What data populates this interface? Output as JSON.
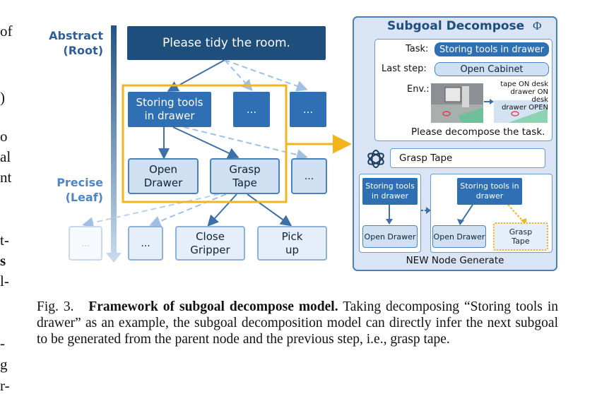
{
  "left_edge_text": [
    "of",
    ")",
    "o",
    "al",
    "nt",
    "t-",
    "s",
    "l-",
    "-",
    "g",
    "r-"
  ],
  "axis": {
    "top": "Abstract",
    "top_sub": "(Root)",
    "bottom": "Precise",
    "bottom_sub": "(Leaf)"
  },
  "tree": {
    "root": "Please tidy the room.",
    "level1": {
      "main": [
        "Storing tools",
        "in drawer"
      ],
      "dots1": "...",
      "dots2": "..."
    },
    "level2": {
      "left": [
        "Open",
        "Drawer"
      ],
      "right": [
        "Grasp",
        "Tape"
      ],
      "dots": "..."
    },
    "level3": {
      "ghost": "...",
      "dots": "...",
      "close": [
        "Close",
        "Gripper"
      ],
      "pick": [
        "Pick",
        "up"
      ]
    }
  },
  "panel": {
    "title": "Subgoal Decompose",
    "title_symbol": "Φ",
    "task_label": "Task:",
    "task_value": "Storing tools in drawer",
    "last_step_label": "Last step:",
    "last_step_value": "Open Cabinet",
    "env_label": "Env.:",
    "env_lines": [
      "tape ON desk",
      "drawer ON desk",
      "drawer OPEN"
    ],
    "prompt": "Please decompose the task.",
    "output": "Grasp Tape",
    "before": {
      "parent": [
        "Storing tools",
        "in drawer"
      ],
      "child": "Open Drawer"
    },
    "after": {
      "parent": [
        "Storing tools in",
        "drawer"
      ],
      "child": "Open Drawer",
      "new": [
        "Grasp",
        "Tape"
      ]
    },
    "footer": "NEW Node Generate"
  },
  "caption": {
    "prefix": "Fig. 3.",
    "bold": "Framework of subgoal decompose model.",
    "text": "Taking decomposing “Storing tools in drawer” as an example, the subgoal decomposition model can directly infer the next subgoal to be generated from the parent node and the previous step, i.e., grasp tape."
  },
  "colors": {
    "dark": "#1e4e7c",
    "mid": "#2f6fb3",
    "light": "#cfe0f3",
    "highlight": "#f2b51d",
    "panel_bg": "#d9e5f4"
  }
}
